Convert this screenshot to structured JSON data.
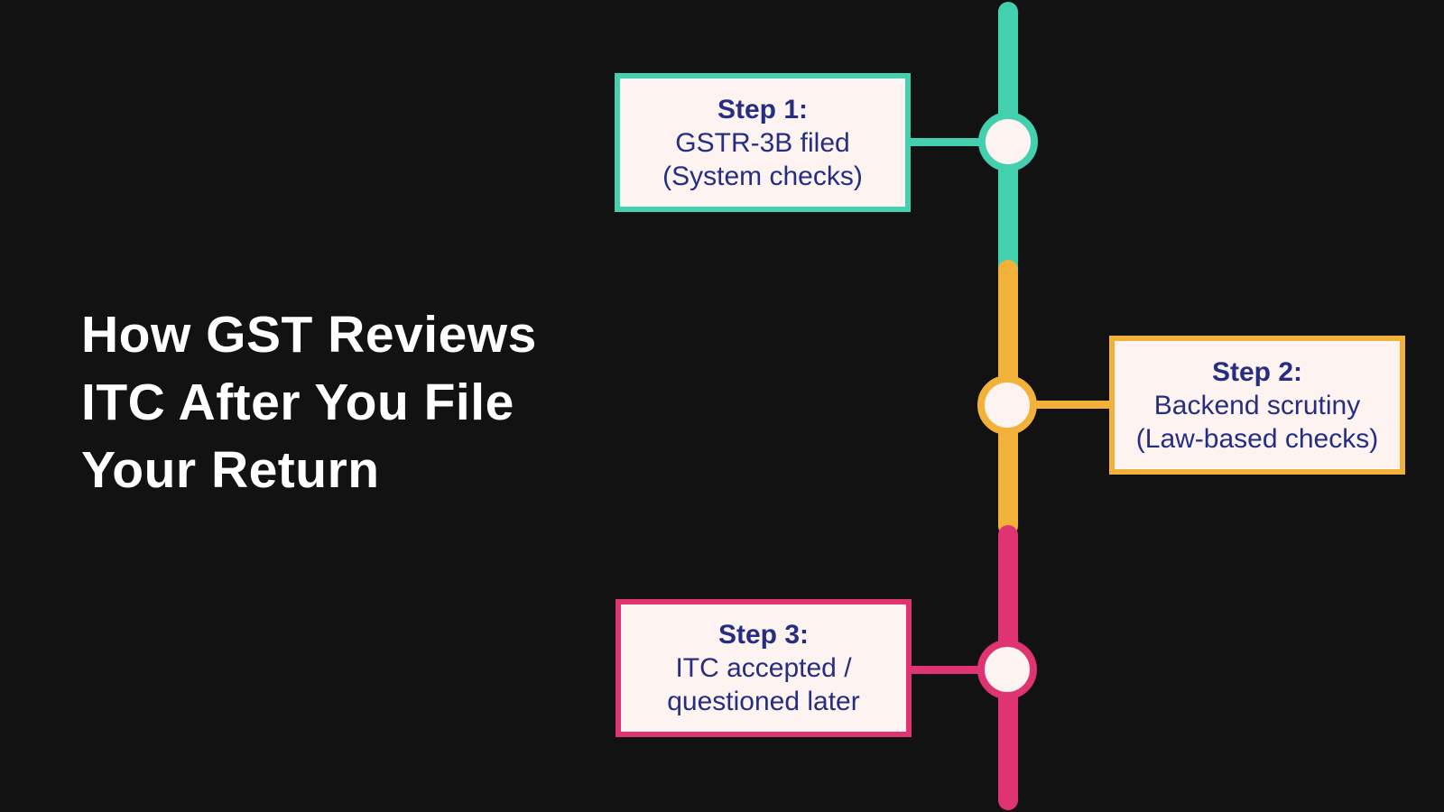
{
  "title": {
    "lines": [
      "How GST Reviews",
      "ITC After You File",
      "Your Return"
    ]
  },
  "steps": [
    {
      "label": "Step 1:",
      "lines": [
        "GSTR-3B filed",
        "(System checks)"
      ],
      "accent_color": "#42d0ae"
    },
    {
      "label": "Step 2:",
      "lines": [
        "Backend scrutiny",
        "(Law-based checks)"
      ],
      "accent_color": "#f2b239"
    },
    {
      "label": "Step 3:",
      "lines": [
        "ITC accepted /",
        "questioned later"
      ],
      "accent_color": "#df3372"
    }
  ],
  "colors": {
    "background": "#121212",
    "card_background": "#fdf3f0",
    "step_text": "#252e80",
    "title_text": "#ffffff",
    "teal": "#42d0ae",
    "yellow": "#f2b239",
    "pink": "#df3372"
  }
}
